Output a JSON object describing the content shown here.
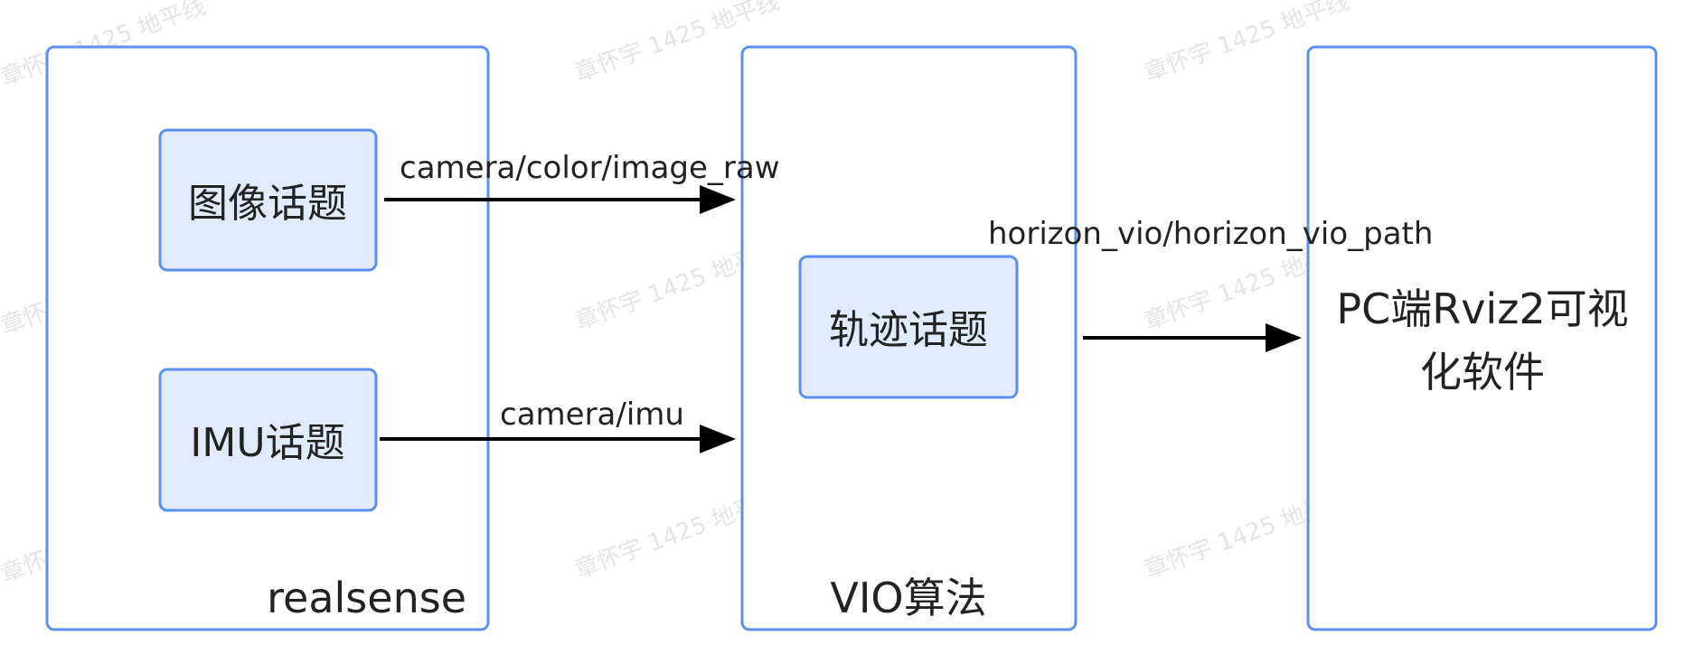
{
  "watermark": {
    "text": "章怀宇 1425 地平线"
  },
  "containers": {
    "realsense": {
      "label": "realsense"
    },
    "vio": {
      "label": "VIO算法"
    },
    "pc": {
      "label_line1": "PC端Rviz2可视",
      "label_line2": "化软件"
    }
  },
  "nodes": {
    "image_topic": {
      "label": "图像话题"
    },
    "imu_topic": {
      "label": "IMU话题"
    },
    "trajectory_topic": {
      "label": "轨迹话题"
    }
  },
  "edges": {
    "image_raw": {
      "label": "camera/color/image_raw"
    },
    "imu": {
      "label": "camera/imu"
    },
    "vio_path": {
      "label": "horizon_vio/horizon_vio_path"
    }
  },
  "colors": {
    "border": "#5b8ff0",
    "node_fill": "#e2ebfd",
    "arrow": "#000000"
  }
}
